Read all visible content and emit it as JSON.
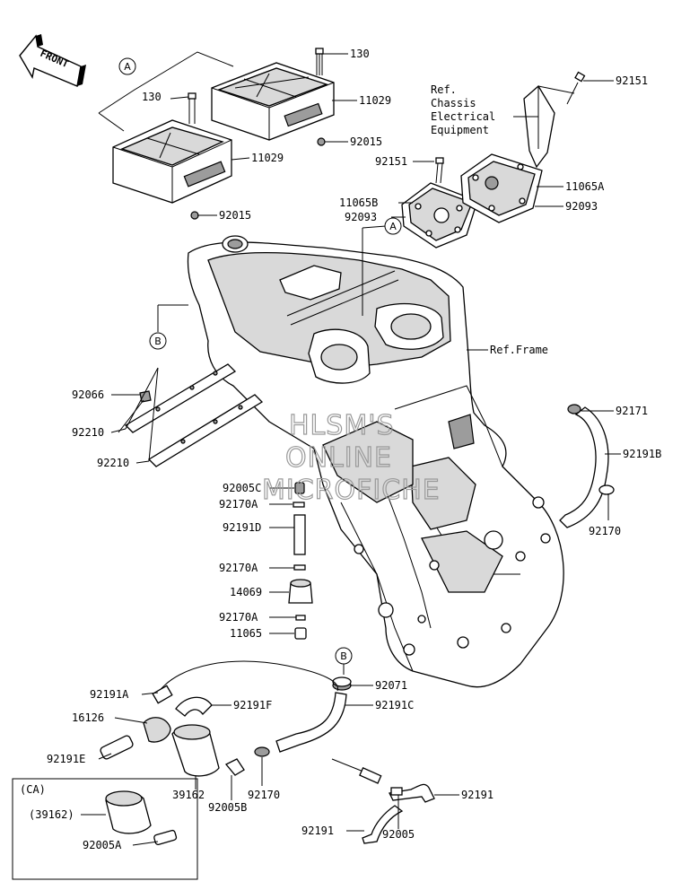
{
  "front_arrow": "FRONT",
  "refs": {
    "chassis": [
      "Ref.",
      "Chassis",
      "Electrical",
      "Equipment"
    ],
    "frame": "Ref.Frame"
  },
  "callouts": {
    "a_top": "A",
    "a_frame": "A",
    "b_frame": "B",
    "b_bottom": "B"
  },
  "watermark": [
    "HLSM'S",
    "ONLINE",
    "MICROFICHE"
  ],
  "labels": {
    "p130_top": "130",
    "p130_left": "130",
    "p11029_top": "11029",
    "p11029_left": "11029",
    "p92015_top": "92015",
    "p92015_left": "92015",
    "p92151_top": "92151",
    "p92151_mid": "92151",
    "p11065b": "11065B",
    "p11065a": "11065A",
    "p92093_left": "92093",
    "p92093_right": "92093",
    "p92066": "92066",
    "p92210_a": "92210",
    "p92210_b": "92210",
    "p92171": "92171",
    "p92191b": "92191B",
    "p92170_r": "92170",
    "p92005c": "92005C",
    "p92170a_1": "92170A",
    "p92191d": "92191D",
    "p92170a_2": "92170A",
    "p14069": "14069",
    "p92170a_3": "92170A",
    "p11065": "11065",
    "p92071": "92071",
    "p92191c": "92191C",
    "p92191a": "92191A",
    "p92191f": "92191F",
    "p16126": "16126",
    "p92191e": "92191E",
    "p39162": "39162",
    "p92005b": "92005B",
    "p92170_b": "92170",
    "p92191_r": "92191",
    "p92191_l": "92191",
    "p92005": "92005",
    "ca_title": "(CA)",
    "ca_39162": "(39162)",
    "ca_92005a": "92005A"
  }
}
